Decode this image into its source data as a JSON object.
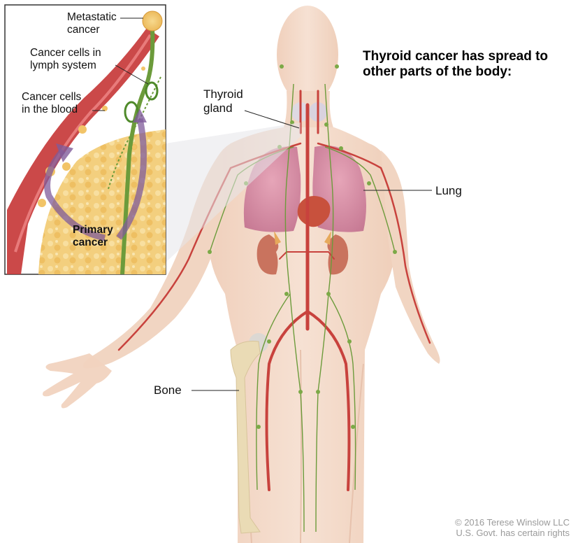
{
  "title": "Thyroid cancer has spread to other parts of the body:",
  "labels": {
    "thyroid_gland": [
      "Thyroid",
      "gland"
    ],
    "lung": "Lung",
    "bone": "Bone"
  },
  "inset": {
    "metastatic_cancer": [
      "Metastatic",
      "cancer"
    ],
    "lymph_system": [
      "Cancer cells in",
      "lymph system"
    ],
    "blood": [
      "Cancer cells",
      "in the blood"
    ],
    "primary_cancer": [
      "Primary",
      "cancer"
    ]
  },
  "credit": [
    "© 2016 Terese Winslow LLC",
    "U.S. Govt. has certain rights"
  ],
  "colors": {
    "skin": "#f3d9c6",
    "artery": "#c8423d",
    "lymph": "#6c9b3b",
    "lung": "#d98aa2",
    "kidney": "#c9735e",
    "tumor": "#f0c05c",
    "arrow": "#7f5b9a",
    "bone": "#eadbb5"
  }
}
